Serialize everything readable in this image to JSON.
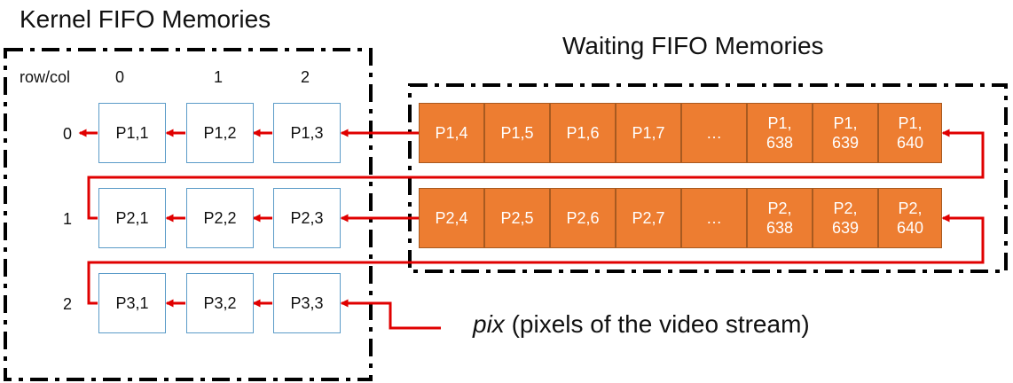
{
  "titles": {
    "kernel": "Kernel FIFO Memories",
    "waiting": "Waiting FIFO Memories"
  },
  "kernel_grid": {
    "corner_label": "row/col",
    "col_headers": [
      "0",
      "1",
      "2"
    ],
    "row_labels": [
      "0",
      "1",
      "2"
    ],
    "cells": [
      [
        "P1,1",
        "P1,2",
        "P1,3"
      ],
      [
        "P2,1",
        "P2,2",
        "P2,3"
      ],
      [
        "P3,1",
        "P3,2",
        "P3,3"
      ]
    ]
  },
  "waiting_rows": [
    [
      "P1,4",
      "P1,5",
      "P1,6",
      "P1,7",
      "…",
      "P1,\n638",
      "P1,\n639",
      "P1,\n640"
    ],
    [
      "P2,4",
      "P2,5",
      "P2,6",
      "P2,7",
      "…",
      "P2,\n638",
      "P2,\n639",
      "P2,\n640"
    ]
  ],
  "input": {
    "name": "pix",
    "description": " (pixels of the video stream)"
  },
  "colors": {
    "kernel_box_border": "#5b9bc8",
    "waiting_cell_fill": "#ed7d31",
    "arrow": "#e00000",
    "frame": "#000000"
  }
}
